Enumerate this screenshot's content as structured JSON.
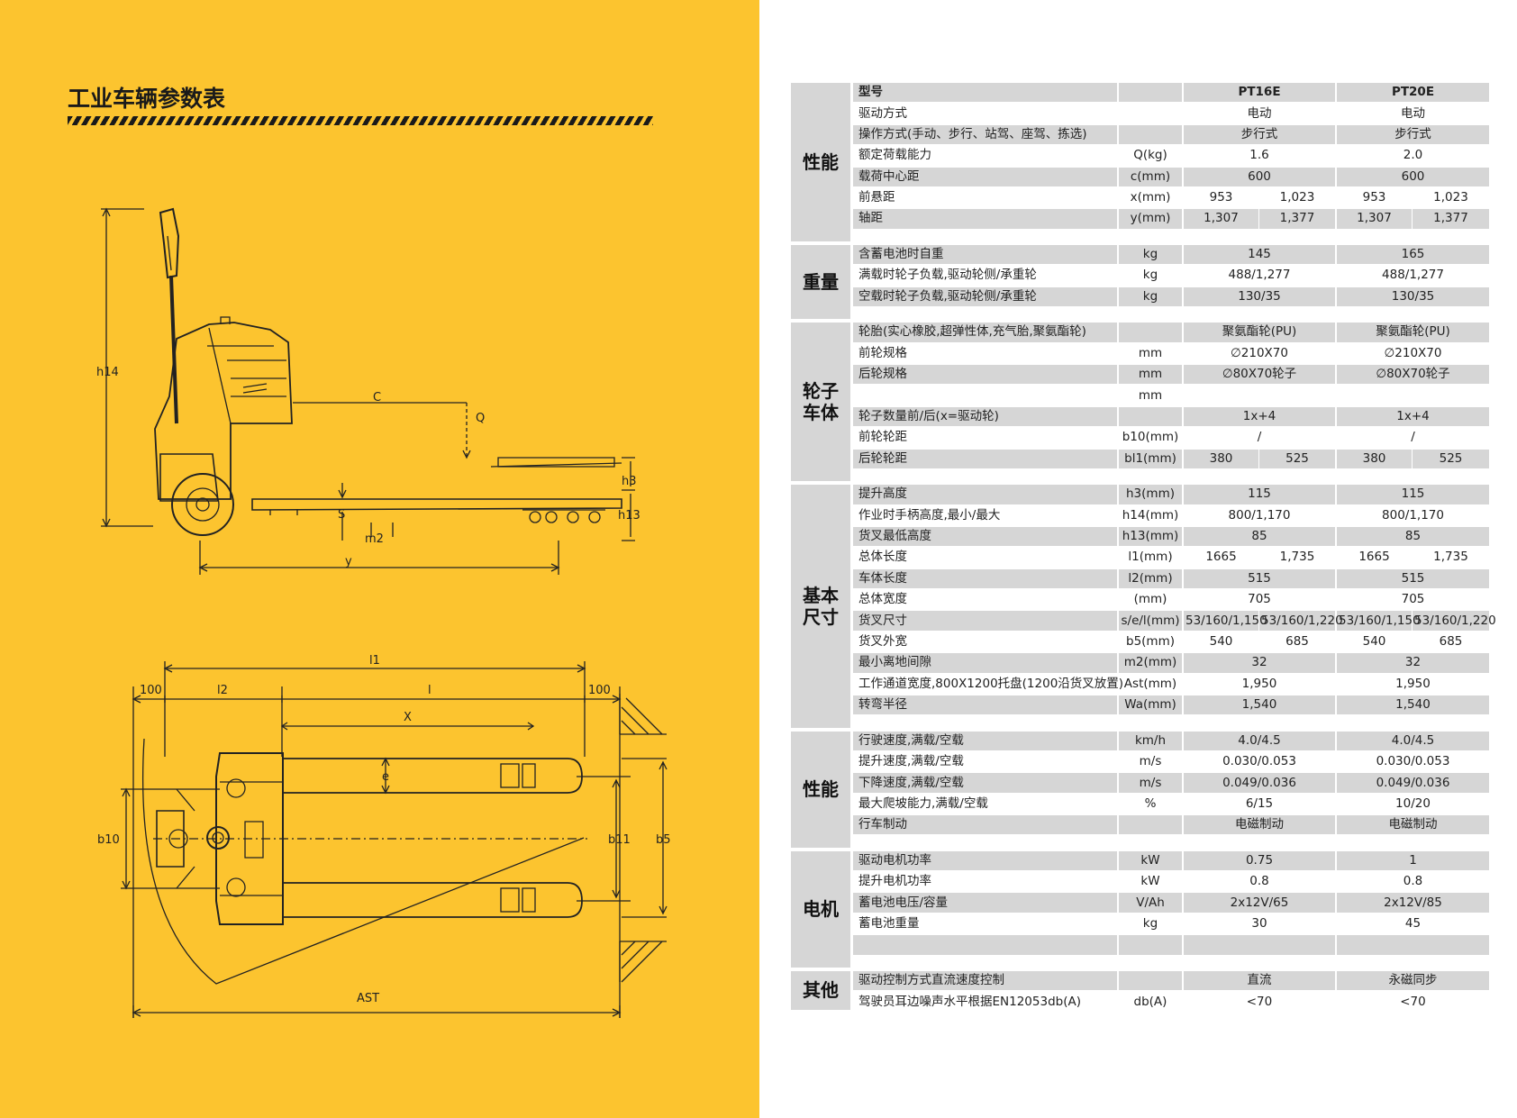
{
  "title": "工业车辆参数表",
  "colors": {
    "panel": "#fcc42f",
    "ink": "#1a1a1a",
    "row_shade": "#d6d6d6"
  },
  "side_view_labels": {
    "h14": "h14",
    "C": "C",
    "Q": "Q",
    "h3": "h3",
    "h13": "h13",
    "s": "S",
    "m2": "m2",
    "y": "y"
  },
  "top_view_labels": {
    "l1": "l1",
    "l2": "l2",
    "l": "l",
    "x": "X",
    "e": "e",
    "dim100_left": "100",
    "dim100_right": "100",
    "b10": "b10",
    "b11": "b11",
    "b5": "b5",
    "ast": "AST"
  },
  "table": {
    "header": {
      "param": "型号",
      "unit": "",
      "model1": "PT16E",
      "model2": "PT20E"
    },
    "groups": [
      {
        "name": "性能",
        "rows": [
          {
            "param": "驱动方式",
            "unit": "",
            "v1": "电动",
            "v2": "电动"
          },
          {
            "param": "操作方式(手动、步行、站驾、座驾、拣选)",
            "unit": "",
            "v1": "步行式",
            "v2": "步行式"
          },
          {
            "param": "额定荷载能力",
            "unit": "Q(kg)",
            "v1": "1.6",
            "v2": "2.0"
          },
          {
            "param": "载荷中心距",
            "unit": "c(mm)",
            "v1": "600",
            "v2": "600"
          },
          {
            "param": "前悬距",
            "unit": "x(mm)",
            "v1": [
              "953",
              "1,023"
            ],
            "v2": [
              "953",
              "1,023"
            ]
          },
          {
            "param": "轴距",
            "unit": "y(mm)",
            "v1": [
              "1,307",
              "1,377"
            ],
            "v2": [
              "1,307",
              "1,377"
            ]
          }
        ]
      },
      {
        "name": "重量",
        "rows": [
          {
            "param": "含蓄电池时自重",
            "unit": "kg",
            "v1": "145",
            "v2": "165"
          },
          {
            "param": "满载时轮子负载,驱动轮侧/承重轮",
            "unit": "kg",
            "v1": "488/1,277",
            "v2": "488/1,277"
          },
          {
            "param": "空载时轮子负载,驱动轮侧/承重轮",
            "unit": "kg",
            "v1": "130/35",
            "v2": "130/35"
          }
        ]
      },
      {
        "name": "轮子\n车体",
        "rows": [
          {
            "param": "轮胎(实心橡胶,超弹性体,充气胎,聚氨酯轮)",
            "unit": "",
            "v1": "聚氨酯轮(PU)",
            "v2": "聚氨酯轮(PU)"
          },
          {
            "param": "前轮规格",
            "unit": "mm",
            "v1": "∅210X70",
            "v2": "∅210X70"
          },
          {
            "param": "后轮规格",
            "unit": "mm",
            "v1": "∅80X70轮子",
            "v2": "∅80X70轮子"
          },
          {
            "param": "",
            "unit": "mm",
            "v1": "",
            "v2": ""
          },
          {
            "param": "轮子数量前/后(x=驱动轮)",
            "unit": "",
            "v1": "1x+4",
            "v2": "1x+4"
          },
          {
            "param": "前轮轮距",
            "unit": "b10(mm)",
            "v1": "/",
            "v2": "/"
          },
          {
            "param": "后轮轮距",
            "unit": "bl1(mm)",
            "v1": [
              "380",
              "525"
            ],
            "v2": [
              "380",
              "525"
            ]
          }
        ]
      },
      {
        "name": "基本\n尺寸",
        "rows": [
          {
            "param": "提升高度",
            "unit": "h3(mm)",
            "v1": "115",
            "v2": "115"
          },
          {
            "param": "作业时手柄高度,最小/最大",
            "unit": "h14(mm)",
            "v1": "800/1,170",
            "v2": "800/1,170"
          },
          {
            "param": "货叉最低高度",
            "unit": "h13(mm)",
            "v1": "85",
            "v2": "85"
          },
          {
            "param": "总体长度",
            "unit": "l1(mm)",
            "v1": [
              "1665",
              "1,735"
            ],
            "v2": [
              "1665",
              "1,735"
            ]
          },
          {
            "param": "车体长度",
            "unit": "l2(mm)",
            "v1": "515",
            "v2": "515"
          },
          {
            "param": "总体宽度",
            "unit": "(mm)",
            "v1": "705",
            "v2": "705"
          },
          {
            "param": "货叉尺寸",
            "unit": "s/e/l(mm)",
            "v1": [
              "53/160/1,150",
              "53/160/1,220"
            ],
            "v2": [
              "53/160/1,150",
              "53/160/1,220"
            ]
          },
          {
            "param": "货叉外宽",
            "unit": "b5(mm)",
            "v1": [
              "540",
              "685"
            ],
            "v2": [
              "540",
              "685"
            ]
          },
          {
            "param": "最小离地间隙",
            "unit": "m2(mm)",
            "v1": "32",
            "v2": "32"
          },
          {
            "param": "工作通道宽度,800X1200托盘(1200沿货叉放置)",
            "unit": "Ast(mm)",
            "v1": "1,950",
            "v2": "1,950"
          },
          {
            "param": "转弯半径",
            "unit": "Wa(mm)",
            "v1": "1,540",
            "v2": "1,540"
          }
        ]
      },
      {
        "name": "性能",
        "rows": [
          {
            "param": "行驶速度,满载/空载",
            "unit": "km/h",
            "v1": "4.0/4.5",
            "v2": "4.0/4.5"
          },
          {
            "param": "提升速度,满载/空载",
            "unit": "m/s",
            "v1": "0.030/0.053",
            "v2": "0.030/0.053"
          },
          {
            "param": "下降速度,满载/空载",
            "unit": "m/s",
            "v1": "0.049/0.036",
            "v2": "0.049/0.036"
          },
          {
            "param": "最大爬坡能力,满载/空载",
            "unit": "%",
            "v1": "6/15",
            "v2": "10/20"
          },
          {
            "param": "行车制动",
            "unit": "",
            "v1": "电磁制动",
            "v2": "电磁制动"
          }
        ]
      },
      {
        "name": "电机",
        "rows": [
          {
            "param": "驱动电机功率",
            "unit": "kW",
            "v1": "0.75",
            "v2": "1"
          },
          {
            "param": "提升电机功率",
            "unit": "kW",
            "v1": "0.8",
            "v2": "0.8"
          },
          {
            "param": "蓄电池电压/容量",
            "unit": "V/Ah",
            "v1": "2x12V/65",
            "v2": "2x12V/85"
          },
          {
            "param": "蓄电池重量",
            "unit": "kg",
            "v1": "30",
            "v2": "45"
          },
          {
            "param": "",
            "unit": "",
            "v1": "",
            "v2": ""
          }
        ]
      },
      {
        "name": "其他",
        "rows": [
          {
            "param": "驱动控制方式直流速度控制",
            "unit": "",
            "v1": "直流",
            "v2": "永磁同步"
          },
          {
            "param": "驾驶员耳边噪声水平根据EN12053db(A)",
            "unit": "db(A)",
            "v1": "<70",
            "v2": "<70"
          }
        ]
      }
    ]
  }
}
